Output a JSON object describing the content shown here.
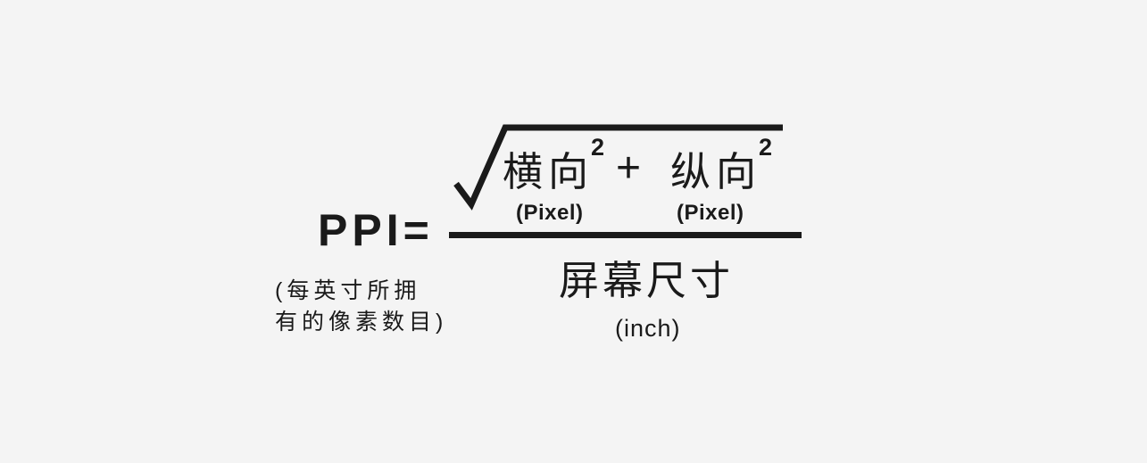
{
  "colors": {
    "background": "#f4f4f4",
    "ink": "#1a1a1a"
  },
  "formula": {
    "lhs": "PPI=",
    "lhs_note_line1": "(每英寸所拥",
    "lhs_note_line2": "有的像素数目)",
    "numerator": {
      "term1": "横向",
      "term1_exponent": "2",
      "term1_unit": "(Pixel)",
      "operator": "+",
      "term2": "纵向",
      "term2_exponent": "2",
      "term2_unit": "(Pixel)"
    },
    "denominator": {
      "text": "屏幕尺寸",
      "unit": "(inch)"
    }
  }
}
